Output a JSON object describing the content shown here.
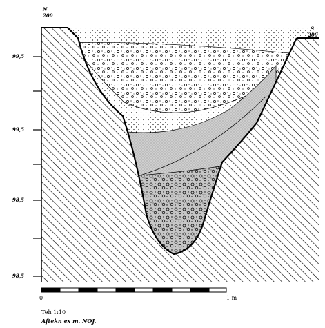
{
  "figure": {
    "corner_left": {
      "letter": "N",
      "value": "200"
    },
    "corner_right": {
      "letter": "S",
      "value": "200"
    },
    "left_axis_labels": [
      "99,5",
      "99,5",
      "98,5",
      "98,5"
    ],
    "scale_bar": {
      "start_label": "0",
      "end_label": "1 m"
    },
    "caption_lines": [
      "Teh 1:10",
      "Aftekn ex m. NOJ."
    ]
  }
}
